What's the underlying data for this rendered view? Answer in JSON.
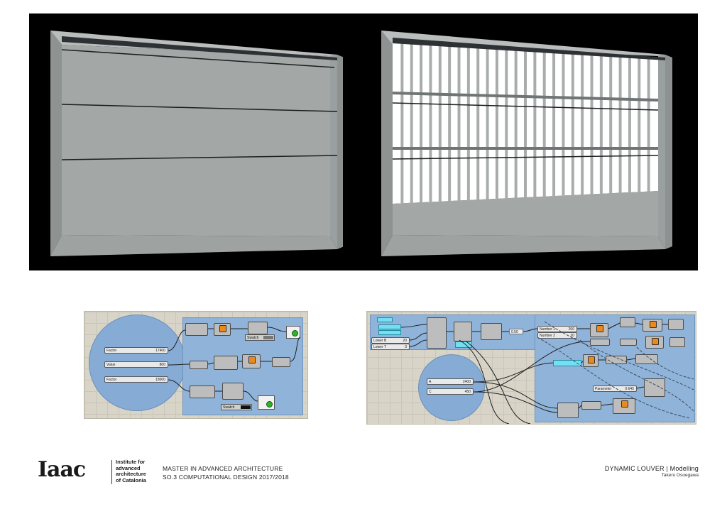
{
  "logo": {
    "mark": "Iaac",
    "line1": "Institute for",
    "line2": "advanced",
    "line3": "architecture",
    "line4": "of Catalonia"
  },
  "program": {
    "line1": "MASTER IN ADVANCED ARCHITECTURE",
    "line2": "SO.3 COMPUTATIONAL DESIGN 2017/2018"
  },
  "project": {
    "title": "DYNAMIC LOUVER | Modelling",
    "author": "Takeru Osoegawa"
  },
  "left_definition": {
    "sliders": [
      {
        "label": "Factor",
        "value": "17400"
      },
      {
        "label": "Value",
        "value": "800"
      },
      {
        "label": "Factor",
        "value": "18000"
      }
    ],
    "toggles": [
      {
        "label": "Swatch"
      },
      {
        "label": "Swatch"
      }
    ]
  },
  "right_definition": {
    "sliders": [
      {
        "label": "A",
        "value": "2400"
      },
      {
        "label": "C",
        "value": "450"
      }
    ],
    "top_sliders": [
      {
        "label": "Lower B",
        "value": "20"
      },
      {
        "label": "Lower T",
        "value": "3"
      }
    ],
    "mid_sliders": [
      {
        "label": "Number 1",
        "value": "200"
      },
      {
        "label": "Number 2",
        "value": "20"
      }
    ],
    "param": {
      "label": "Parameter",
      "value": "0.645"
    },
    "panel_value": "0.50"
  },
  "colors": {
    "render_bg": "#000000",
    "wall": "#a3a8a7",
    "group_blue": "#8fb3d9",
    "canvas": "#d8d4c8"
  }
}
